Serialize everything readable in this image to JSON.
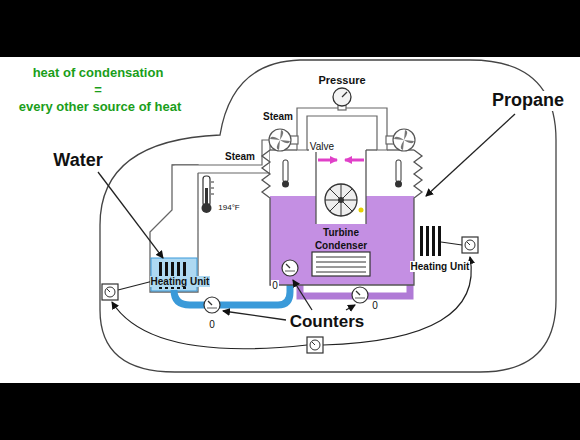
{
  "diagram": {
    "labels": [
      "heat of condensation",
      "=",
      "every other source of heat",
      "Pressure",
      "Steam",
      "Steam",
      "Valve",
      "Water",
      "Propane",
      "194°F",
      "Turbine",
      "Condenser",
      "Heating Unit",
      "Heating Unit",
      "Counters",
      "0",
      "0",
      "0"
    ]
  }
}
